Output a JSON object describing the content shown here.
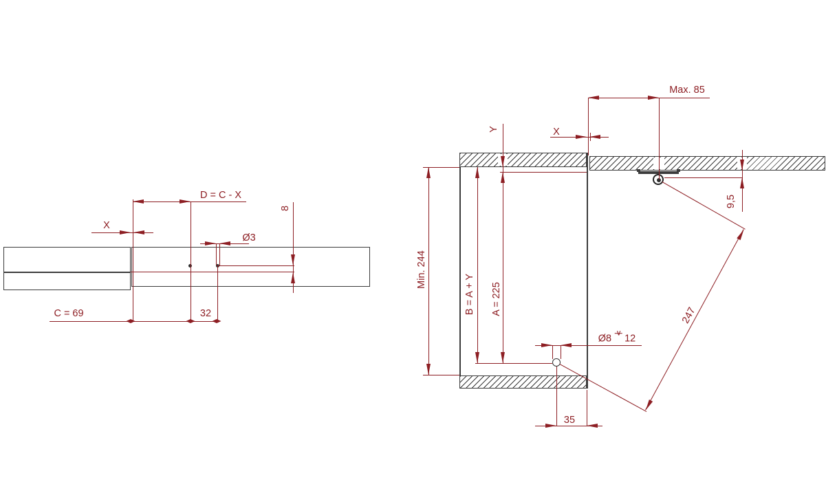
{
  "drawing": {
    "colors": {
      "dimension": "#8d1e23",
      "part_outline": "#3b3b3b",
      "background": "#ffffff"
    },
    "left_view": {
      "dim_d": "D = C - X",
      "dim_x": "X",
      "dim_hole_dia": "Ø3",
      "dim_edge_offset": "8",
      "dim_c": "C = 69",
      "dim_hole_spacing": "32"
    },
    "right_view": {
      "dim_max_depth": "Max. 85",
      "dim_x": "X",
      "dim_y": "Y",
      "dim_min_height": "Min. 244",
      "dim_b": "B = A + Y",
      "dim_a": "A = 225",
      "dim_pivot_offset": "9,5",
      "dim_hole_dia": "Ø8",
      "dim_hole_depth": "12",
      "dim_stay_length": "247",
      "dim_hole_distance": "35"
    }
  }
}
